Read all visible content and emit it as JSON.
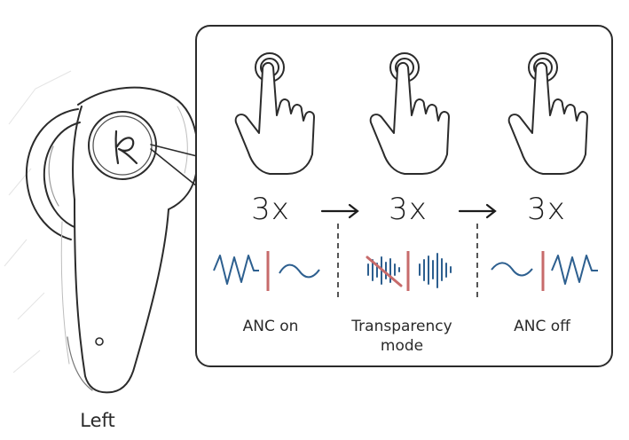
{
  "steps": [
    {
      "taps": "3x",
      "mode": "ANC on"
    },
    {
      "taps": "3x",
      "mode": "Transparency mode"
    },
    {
      "taps": "3x",
      "mode": "ANC off"
    }
  ],
  "earbud_label": "Left",
  "colors": {
    "wave_blue": "#2d5f8f",
    "divider_red": "#c76b6b",
    "line": "#2b2b2b"
  },
  "icons": [
    "hand-tap-icon",
    "noise-waveform-icon",
    "ambient-waveform-icon",
    "arrow-right-icon"
  ]
}
